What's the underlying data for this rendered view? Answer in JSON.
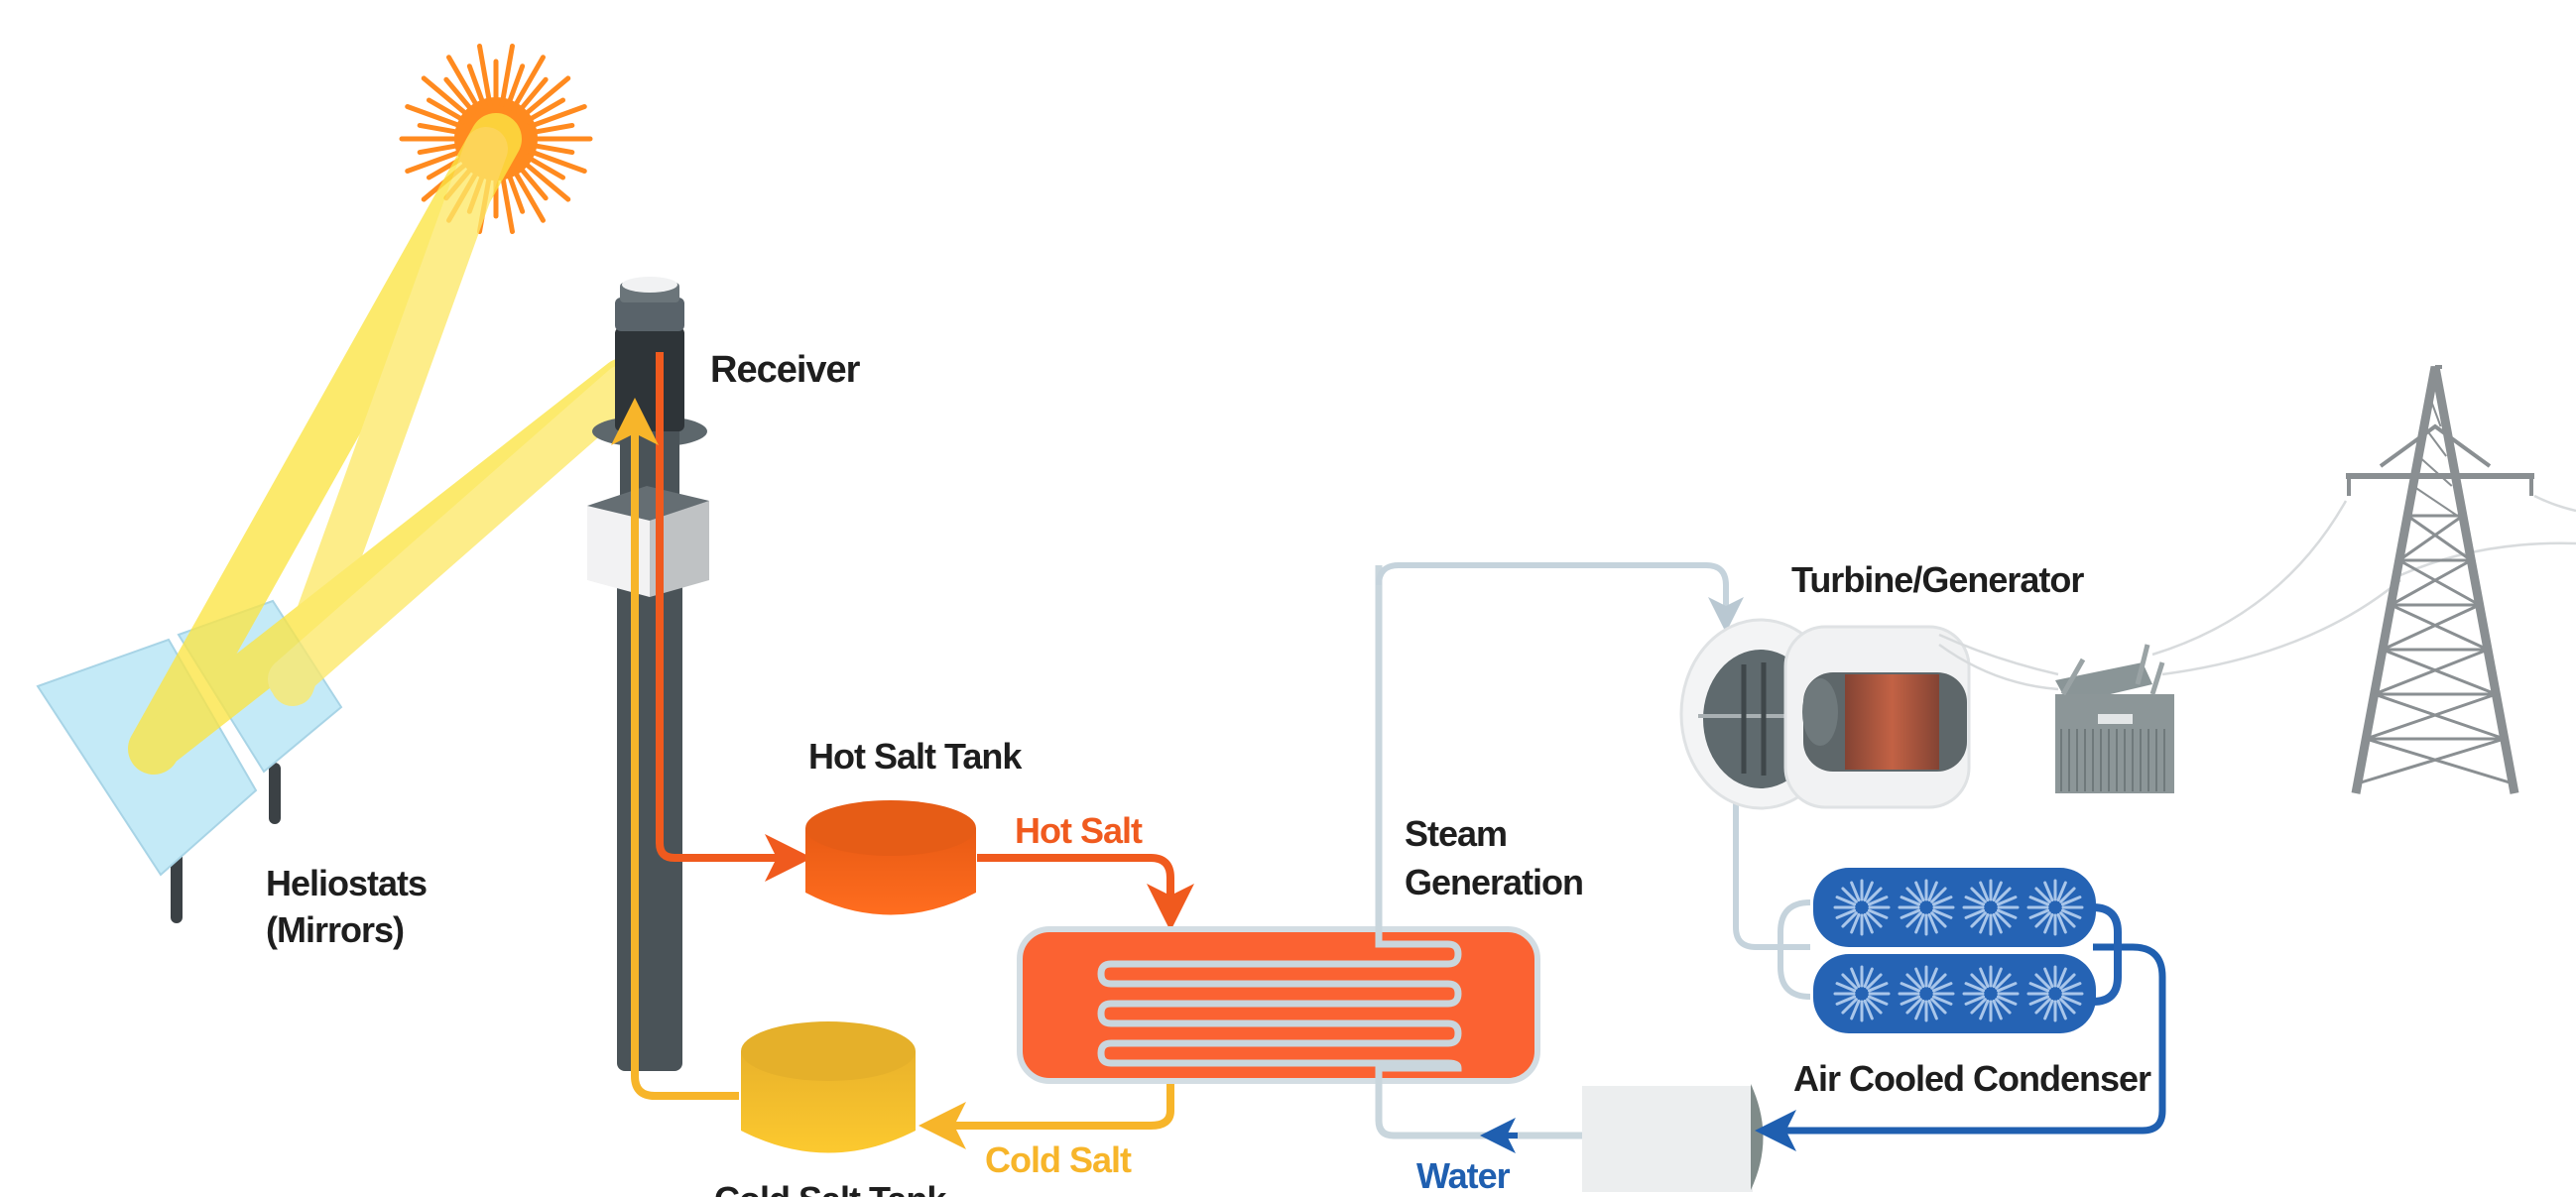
{
  "diagram": {
    "title": "Concentrated Solar Power Tower with Molten Salt Storage",
    "components": [
      {
        "id": "sun",
        "label": ""
      },
      {
        "id": "heliostats",
        "label_line1": "Heliostats",
        "label_line2": "(Mirrors)"
      },
      {
        "id": "receiver",
        "label": "Receiver"
      },
      {
        "id": "hot_salt_tank",
        "label": "Hot Salt Tank"
      },
      {
        "id": "cold_salt_tank",
        "label": "Cold Salt Tank"
      },
      {
        "id": "steam_generation",
        "label_line1": "Steam",
        "label_line2": "Generation"
      },
      {
        "id": "turbine_generator",
        "label": "Turbine/Generator"
      },
      {
        "id": "air_cooled_condenser",
        "label": "Air Cooled Condenser"
      },
      {
        "id": "transformer",
        "label": ""
      },
      {
        "id": "transmission_tower",
        "label": ""
      }
    ],
    "flows": [
      {
        "id": "hot_salt",
        "label": "Hot Salt",
        "color": "#f05a1e"
      },
      {
        "id": "cold_salt",
        "label": "Cold Salt",
        "color": "#f7b52a"
      },
      {
        "id": "water",
        "label": "Water",
        "color": "#1f5fb0"
      },
      {
        "id": "steam",
        "label": "",
        "color": "#c5d3dc"
      }
    ],
    "colors": {
      "sun": "#ff8a1f",
      "beam": "#fce544",
      "mirror": "#c4eaf7",
      "tower": "#4a5358",
      "hot": "#f05a1e",
      "hot_tank": "#f76a1c",
      "cold": "#f7b52a",
      "cold_tank": "#f5c22e",
      "steam_box": "#fb6232",
      "condenser": "#2563b4",
      "water": "#1f5fb0",
      "pipe_light": "#c5d3dc"
    }
  }
}
